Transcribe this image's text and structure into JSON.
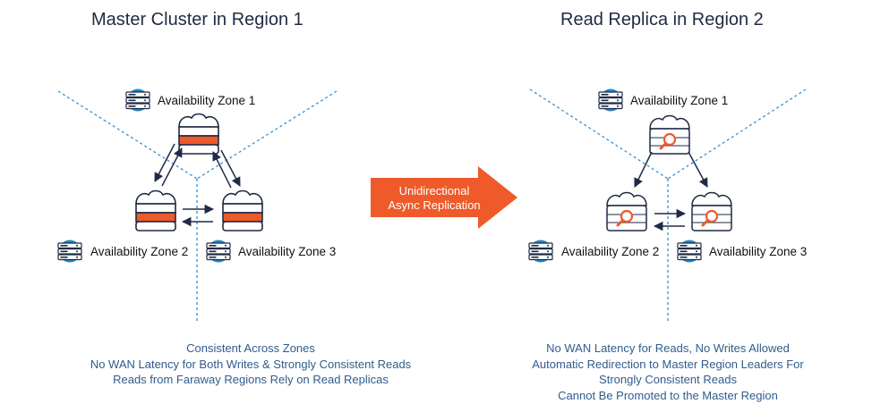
{
  "left": {
    "title": "Master Cluster in Region 1",
    "zones": [
      "Availability Zone 1",
      "Availability Zone 2",
      "Availability Zone 3"
    ],
    "caption": [
      "Consistent Across Zones",
      "No WAN Latency for Both Writes & Strongly Consistent Reads",
      "Reads from Faraway Regions Rely on Read Replicas"
    ]
  },
  "right": {
    "title": "Read Replica in Region 2",
    "zones": [
      "Availability Zone 1",
      "Availability Zone 2",
      "Availability Zone 3"
    ],
    "caption": [
      "No WAN Latency for Reads, No Writes Allowed",
      "Automatic Redirection to Master Region Leaders For",
      "Strongly Consistent Reads",
      "Cannot Be Promoted to the Master Region"
    ]
  },
  "arrow": {
    "lines": [
      "Unidirectional",
      "Async Replication"
    ]
  },
  "colors": {
    "title": "#1f2a44",
    "dashed": "#3a8fd0",
    "orange": "#ee5a2a",
    "caption": "#2f5c8c",
    "icon_blue": "#1e88c9",
    "dark": "#1f2a44"
  },
  "icons": {
    "server": "server-rack-icon",
    "master_db": "database-stack-icon",
    "replica_db": "database-search-icon"
  }
}
